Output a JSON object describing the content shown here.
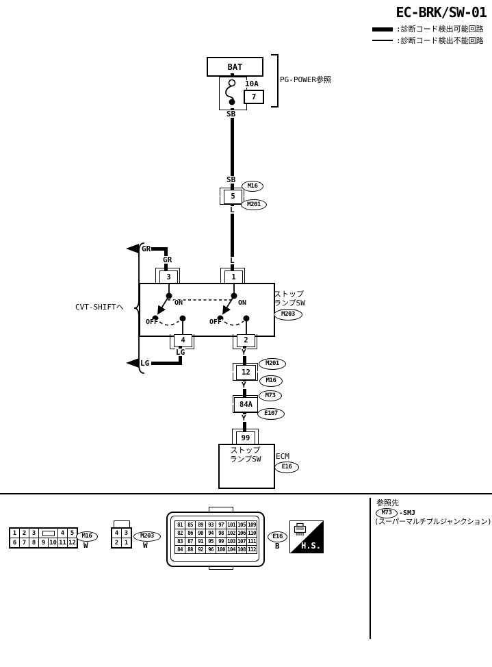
{
  "title": "EC-BRK/SW-01",
  "legend": {
    "detectable": ":診断コード検出可能回路",
    "undetectable": ":診断コード検出不能回路"
  },
  "power": {
    "battery": "BAT",
    "fuse_rating": "10A",
    "fuse_no": "7",
    "reference": "PG-POWER参照"
  },
  "wire_colors": {
    "sb_upper": "SB",
    "sb_lower": "SB",
    "l_upper": "L",
    "l_lower": "L",
    "gr_arrow": "GR",
    "gr_pin": "GR",
    "lg_pin": "LG",
    "lg_arrow": "LG",
    "y_pin2": "Y",
    "y_mid": "Y",
    "y_low": "Y"
  },
  "branch": {
    "label": "CVT-SHIFTへ"
  },
  "inline_m16": {
    "pin": "5",
    "conn_a": "M16",
    "conn_b": "M201"
  },
  "stop_lamp_switch": {
    "pin_3": "3",
    "pin_1": "1",
    "pin_4": "4",
    "pin_2": "2",
    "on_left": "ON",
    "off_left": "OFF",
    "on_right": "ON",
    "off_right": "OFF",
    "name_1": "ストップ",
    "name_2": "ランプSW",
    "connector": "M203"
  },
  "inline_m201": {
    "pin": "12",
    "conn_a": "M201",
    "conn_b": "M16"
  },
  "inline_smj": {
    "pin": "84A",
    "conn_a": "M73",
    "conn_b": "E107"
  },
  "ecm": {
    "pin": "99",
    "name_1": "ストップ",
    "name_2": "ランプSW",
    "label": "ECM",
    "connector": "E16"
  },
  "footer": {
    "ref_title": "参照先",
    "ref_connector": "M73",
    "ref_text": "-SMJ",
    "ref_desc": "(スーパーマルチプルジャンクション)",
    "hs": "H.S.",
    "m16_view": {
      "label": "M16",
      "color": "W",
      "row1": [
        "1",
        "2",
        "3",
        "4",
        "5"
      ],
      "row2": [
        "6",
        "7",
        "8",
        "9",
        "10",
        "11",
        "12"
      ]
    },
    "m203_view": {
      "label": "M203",
      "color": "W",
      "cells": [
        "4",
        "3",
        "2",
        "1"
      ]
    },
    "e16_view": {
      "label": "E16",
      "color": "B",
      "rows": [
        [
          "81",
          "85",
          "89",
          "93",
          "97",
          "101",
          "105",
          "109"
        ],
        [
          "82",
          "86",
          "90",
          "94",
          "98",
          "102",
          "106",
          "110"
        ],
        [
          "83",
          "87",
          "91",
          "95",
          "99",
          "103",
          "107",
          "111"
        ],
        [
          "84",
          "88",
          "92",
          "96",
          "100",
          "104",
          "108",
          "112"
        ]
      ]
    }
  },
  "colors": {
    "ink": "#000000",
    "paper": "#ffffff"
  }
}
